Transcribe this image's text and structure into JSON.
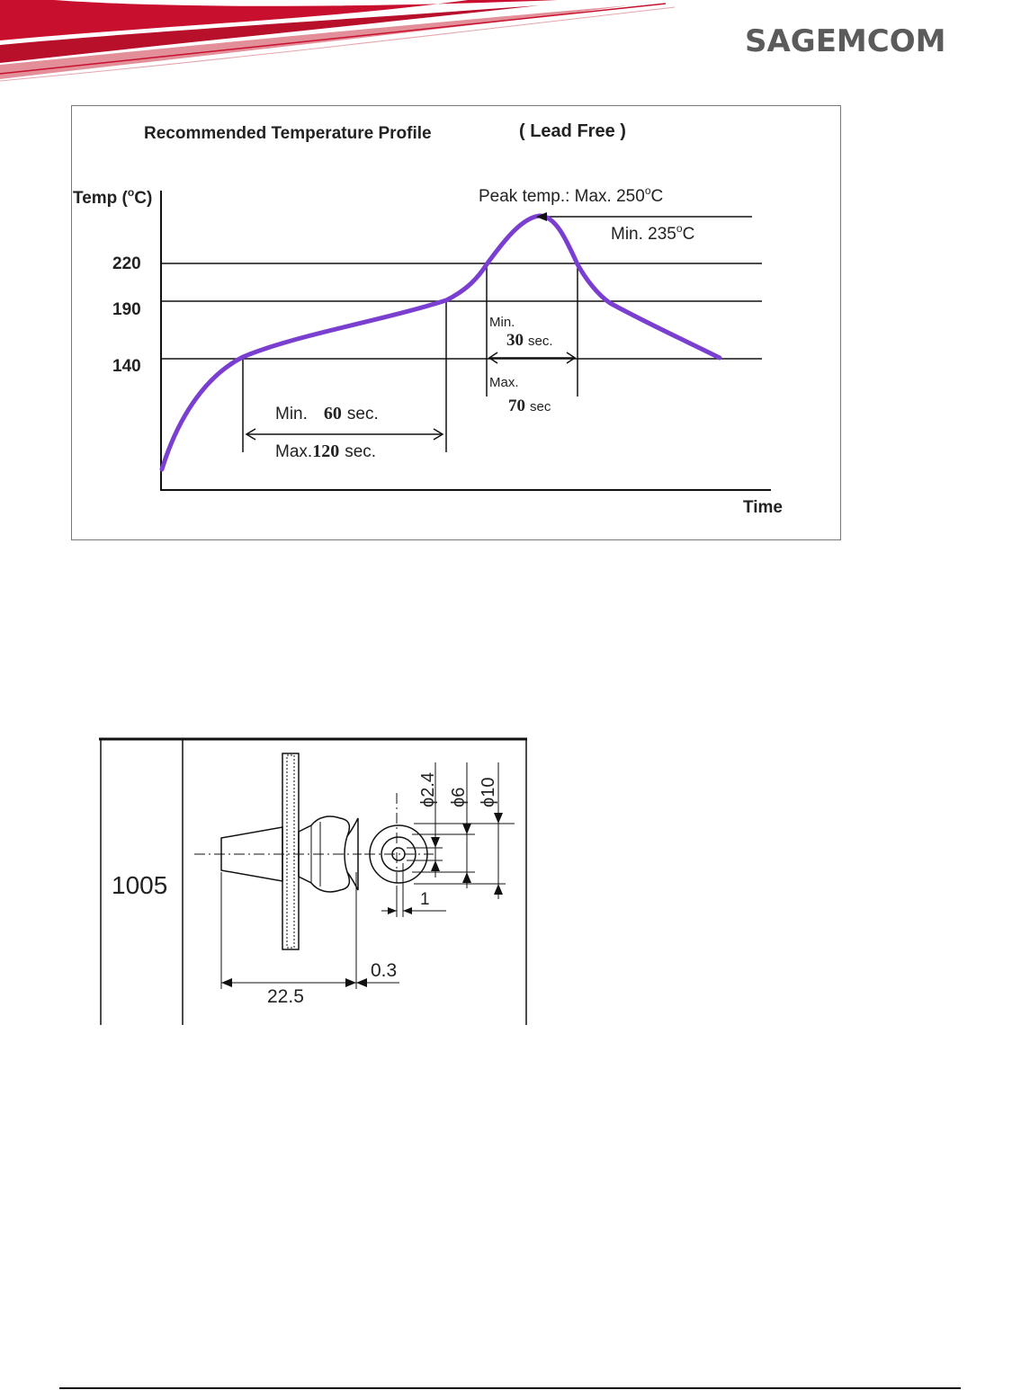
{
  "header": {
    "logo_text": "SAGEMCOM",
    "accent_color": "#c8102e"
  },
  "profile": {
    "title": "Recommended Temperature Profile",
    "subtitle": "( Lead Free )",
    "y_axis_label_prefix": "Temp (",
    "y_axis_label_degree": "o",
    "y_axis_label_suffix": "C)",
    "x_axis_label": "Time",
    "ticks": [
      "220",
      "190",
      "140"
    ],
    "peak_label_prefix": "Peak temp.:  Max. 250",
    "peak_label_degree": "o",
    "peak_label_suffix": "C",
    "min_peak_prefix": "Min. 235",
    "min_peak_degree": "o",
    "min_peak_suffix": "C",
    "preheat_min_prefix": "Min.",
    "preheat_min_value": "60",
    "preheat_min_unit": "sec.",
    "preheat_max_prefix": "Max.",
    "preheat_max_value": "120",
    "preheat_max_unit": "sec.",
    "reflow_min_prefix": "Min.",
    "reflow_min_value": "30",
    "reflow_min_unit": "sec.",
    "reflow_max_prefix": "Max.",
    "reflow_max_value": "70",
    "reflow_max_unit": "sec",
    "curve_color": "#7a3fd0"
  },
  "nozzle_drawing": {
    "size_code": "1005",
    "dim_length": "22.5",
    "dim_gap": "0.3",
    "dim_offset": "1",
    "dia_inner": "ϕ2.4",
    "dia_mid": "ϕ6",
    "dia_outer": "ϕ10"
  }
}
